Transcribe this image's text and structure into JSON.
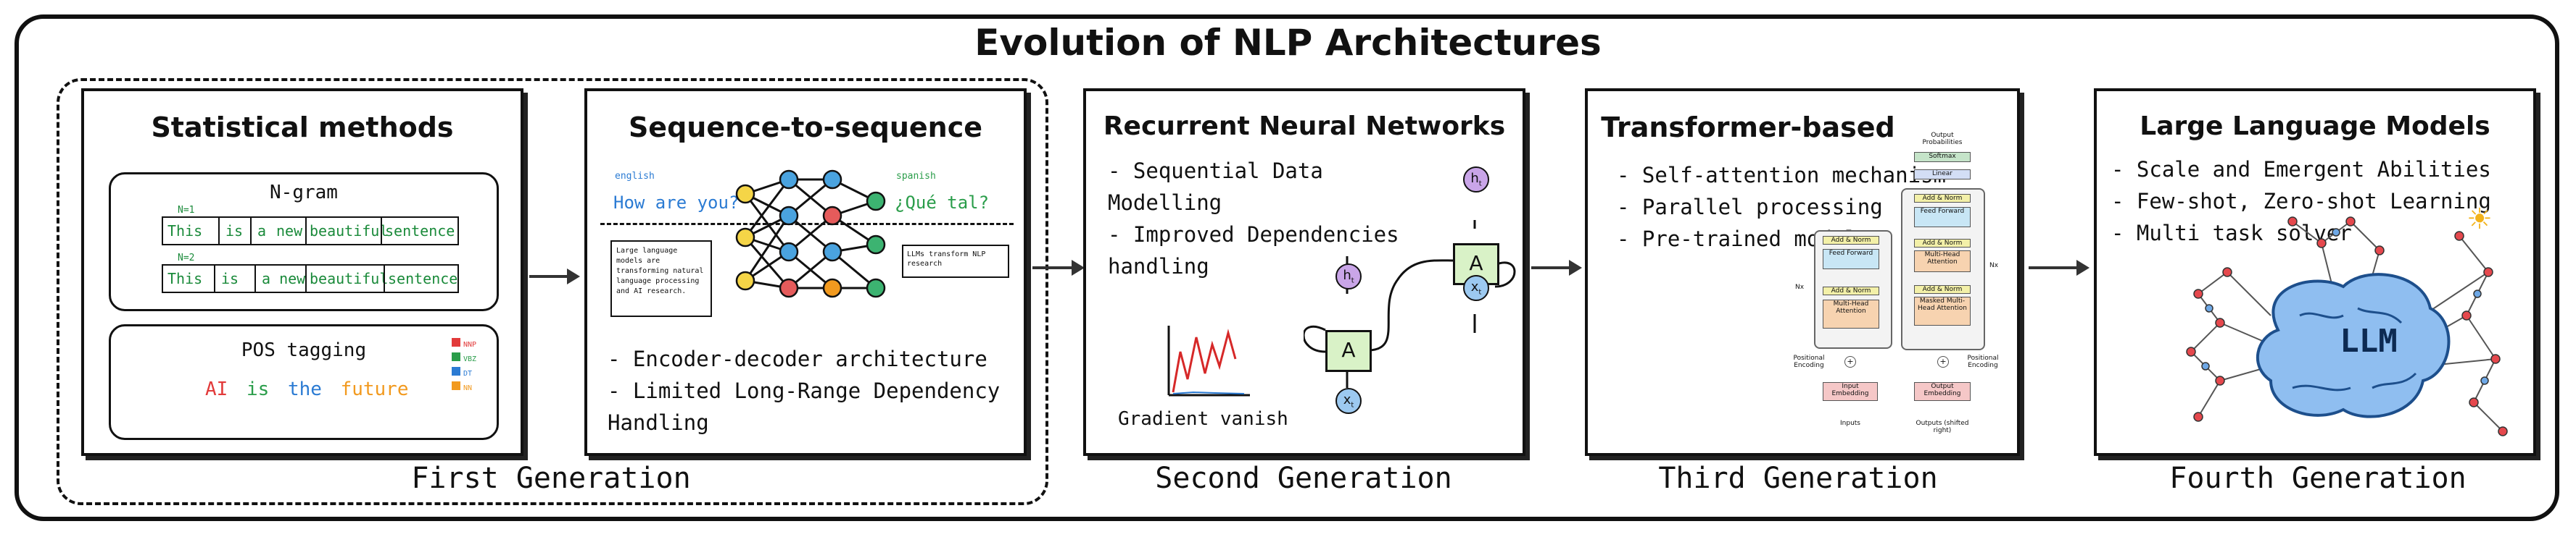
{
  "title": "Evolution of NLP Architectures",
  "generations": {
    "first": "First Generation",
    "second": "Second Generation",
    "third": "Third Generation",
    "fourth": "Fourth Generation"
  },
  "statistical": {
    "title": "Statistical methods",
    "ngram": {
      "label": "N-gram",
      "row1_tag": "N=1",
      "row2_tag": "N=2",
      "row1": [
        "This",
        "is",
        "a",
        "new",
        "beautiful",
        "sentence"
      ],
      "row2_a": "This",
      "row2_b": "is",
      "row2_c": "a new",
      "row2_d": "beautiful",
      "row2_e": "sentence"
    },
    "pos": {
      "label": "POS tagging",
      "words": [
        "AI",
        "is",
        "the",
        "future"
      ],
      "legend": [
        "NNP",
        "VBZ",
        "DT",
        "NN"
      ],
      "colors": [
        "#e23a3a",
        "#2a9d4a",
        "#2b7bd3",
        "#f29a1f"
      ]
    }
  },
  "seq2seq": {
    "title": "Sequence-to-sequence",
    "src_lang": "english",
    "tgt_lang": "spanish",
    "src_text": "How are you?",
    "tgt_text": "¿Qué tal?",
    "input_note": "Large language models are transforming natural language processing and AI research.",
    "output_note": "LLMs transform NLP research",
    "bullets": [
      "- Encoder-decoder architecture",
      "- Limited Long-Range Dependency",
      "Handling"
    ]
  },
  "rnn": {
    "title": "Recurrent Neural Networks",
    "bullets": [
      "- Sequential Data",
      "Modelling",
      "- Improved Dependencies",
      "handling"
    ],
    "cell_label": "A",
    "h_label": "h",
    "x_label": "x",
    "sub_t": "t",
    "gradient_label": "Gradient vanish"
  },
  "transformer": {
    "title": "Transformer-based",
    "bullets": [
      "- Self-attention mechanism",
      "- Parallel processing",
      "- Pre-trained models"
    ],
    "blocks": {
      "output_probs": "Output Probabilities",
      "softmax": "Softmax",
      "linear": "Linear",
      "add_norm": "Add & Norm",
      "feed_forward": "Feed Forward",
      "mha": "Multi-Head Attention",
      "masked_mha": "Masked Multi-Head Attention",
      "pos_enc": "Positional Encoding",
      "input_emb": "Input Embedding",
      "output_emb": "Output Embedding",
      "inputs": "Inputs",
      "outputs": "Outputs (shifted right)",
      "nx": "Nx"
    }
  },
  "llm": {
    "title": "Large Language Models",
    "bullets": [
      "- Scale and Emergent Abilities",
      "- Few-shot, Zero-shot Learning",
      "- Multi task solver"
    ],
    "brain_label": "LLM"
  }
}
